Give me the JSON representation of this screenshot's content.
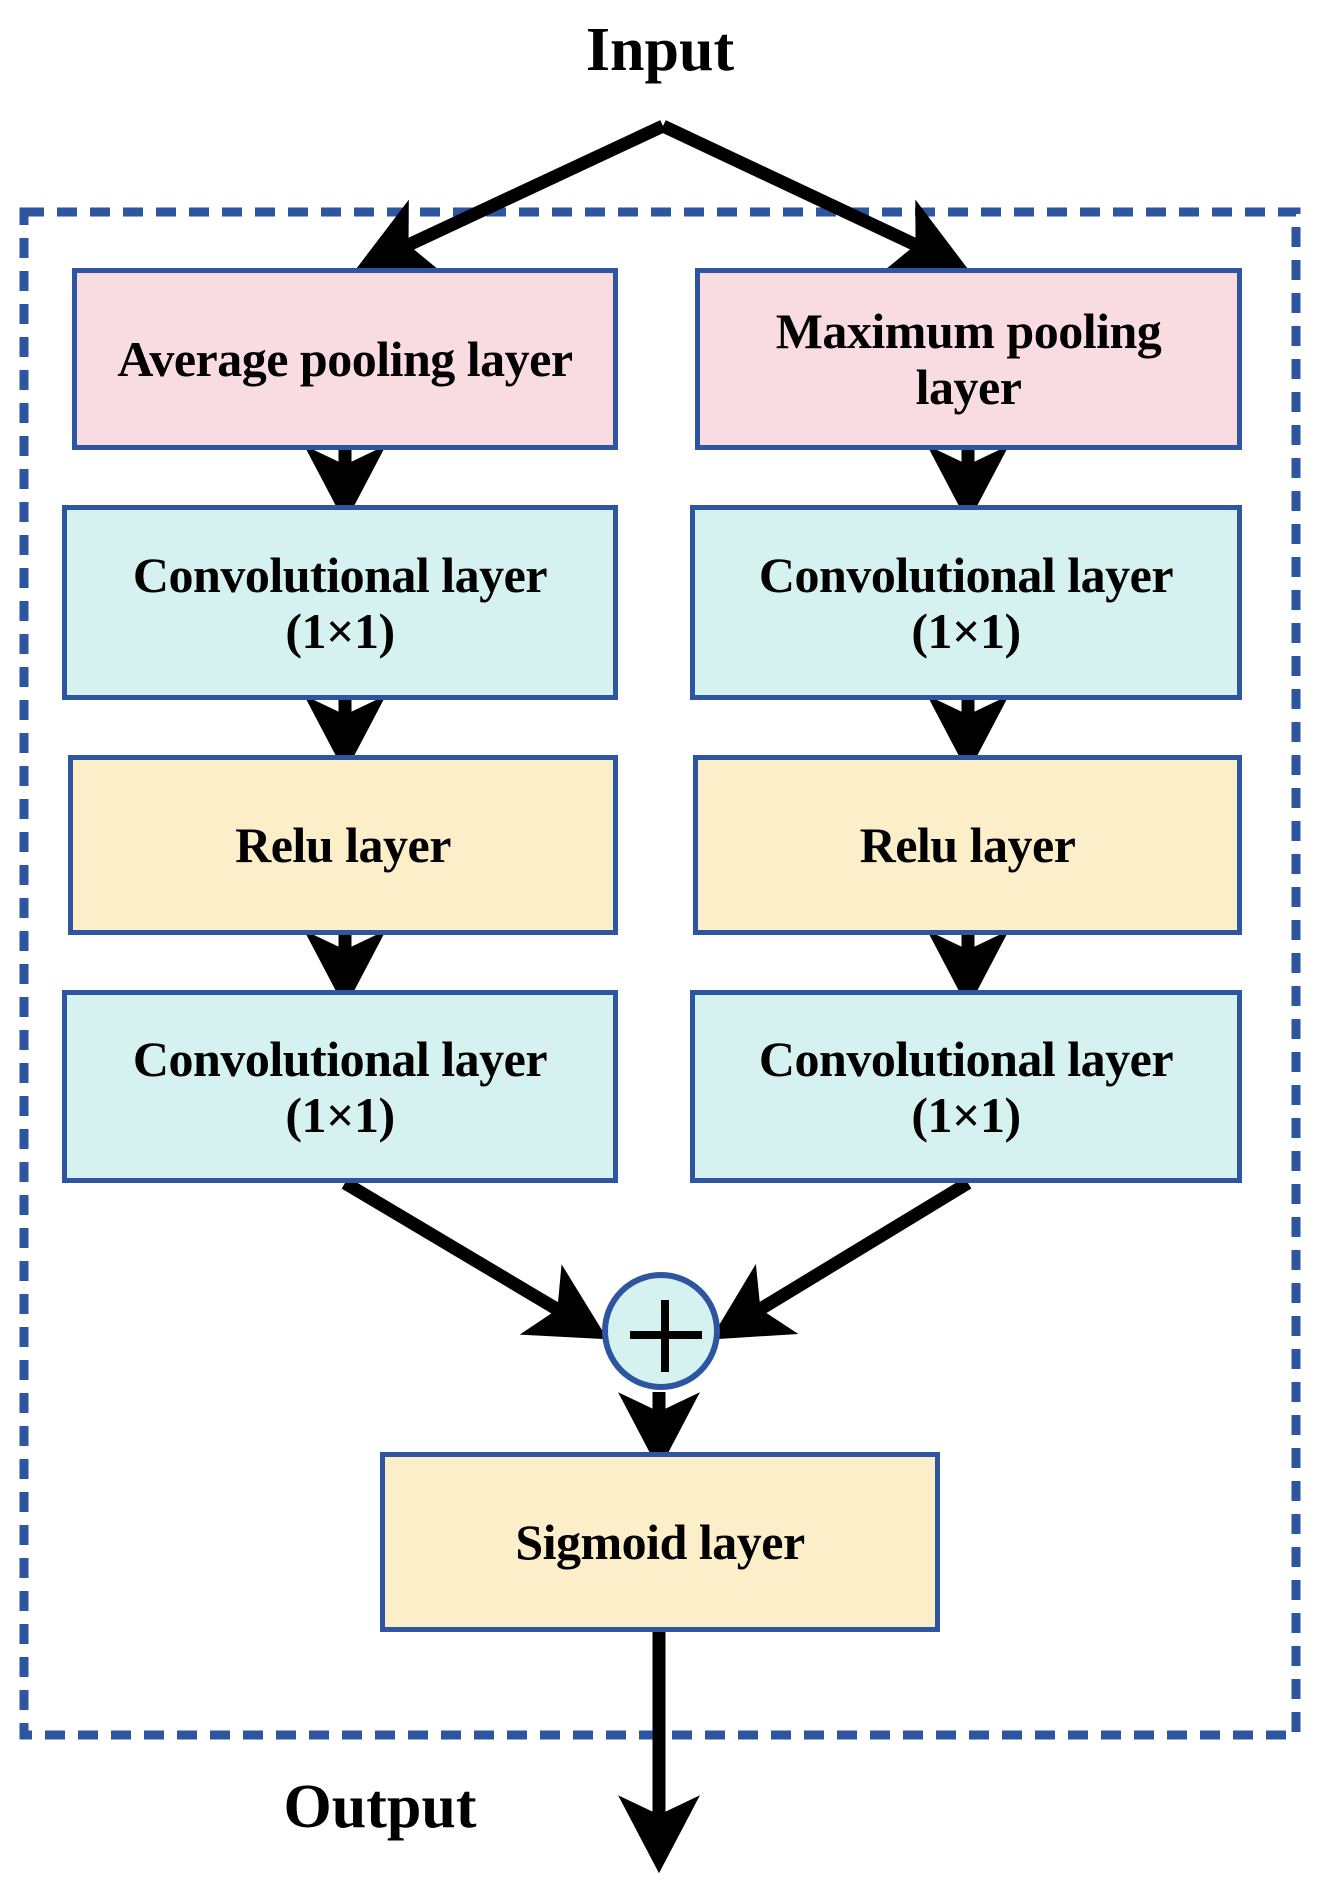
{
  "diagram": {
    "title_in": "Input",
    "title_out": "Output",
    "colors": {
      "border_blue": "#2d55a0",
      "pink": "#f9dce2",
      "teal": "#d5f1f0",
      "yellow": "#fdeeca",
      "arrow_black": "#000000",
      "dashed_blue": "#2d55a0"
    },
    "group_border": "dashed",
    "operator": "+",
    "branches": {
      "left": {
        "name": "average-branch",
        "nodes": [
          {
            "label": "Average pooling layer",
            "fill": "pink"
          },
          {
            "label": "Convolutional layer (1×1)",
            "fill": "teal"
          },
          {
            "label": "Relu layer",
            "fill": "yellow"
          },
          {
            "label": "Convolutional layer (1×1)",
            "fill": "teal"
          }
        ]
      },
      "right": {
        "name": "maximum-branch",
        "nodes": [
          {
            "label": "Maximum pooling layer",
            "fill": "pink"
          },
          {
            "label": "Convolutional layer (1×1)",
            "fill": "teal"
          },
          {
            "label": "Relu layer",
            "fill": "yellow"
          },
          {
            "label": "Convolutional layer (1×1)",
            "fill": "teal"
          }
        ]
      }
    },
    "merge": {
      "operator_label": "+",
      "output_node": {
        "label": "Sigmoid layer",
        "fill": "yellow"
      }
    }
  }
}
